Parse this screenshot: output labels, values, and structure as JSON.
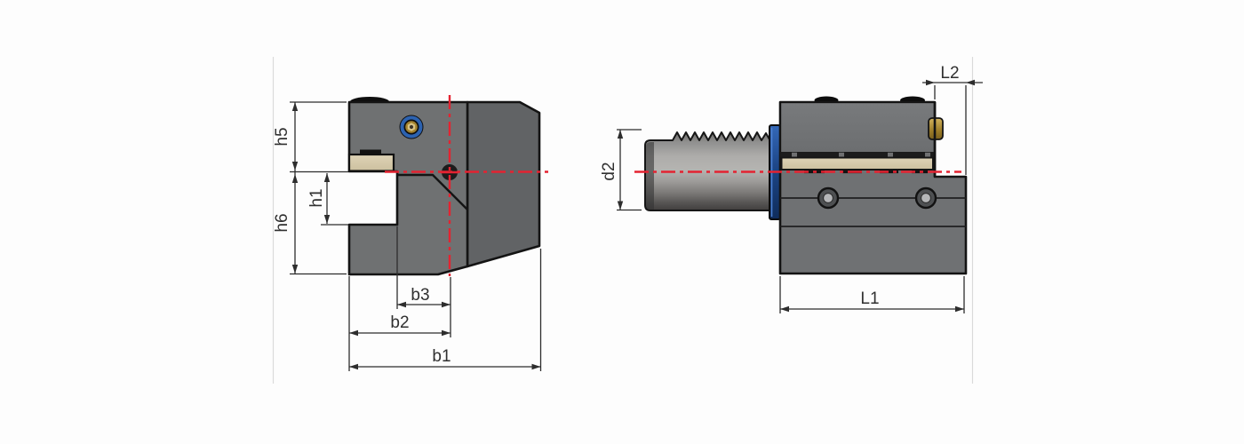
{
  "drawing": {
    "description": "Technical drawing of a VDI axial-radial tool holder, front view and side view with dimension callouts",
    "views": {
      "front": {
        "name": "front-view"
      },
      "side": {
        "name": "side-view"
      }
    },
    "dims": {
      "h5": "h5",
      "h1": "h1",
      "h6": "h6",
      "b3": "b3",
      "b2": "b2",
      "b1": "b1",
      "d2": "d2",
      "L2": "L2",
      "L1": "L1"
    },
    "colors": {
      "centerline_red": "#e42331",
      "body_gray_front": "#6f7172",
      "body_gray_side": "#616365",
      "insert_cream": "#d5c9a9",
      "flange_blue": "#1d4687",
      "brass": "#ab8b33",
      "outline": "#141414",
      "dim_line": "#2d2d2d",
      "page_rule": "#dadada"
    }
  }
}
